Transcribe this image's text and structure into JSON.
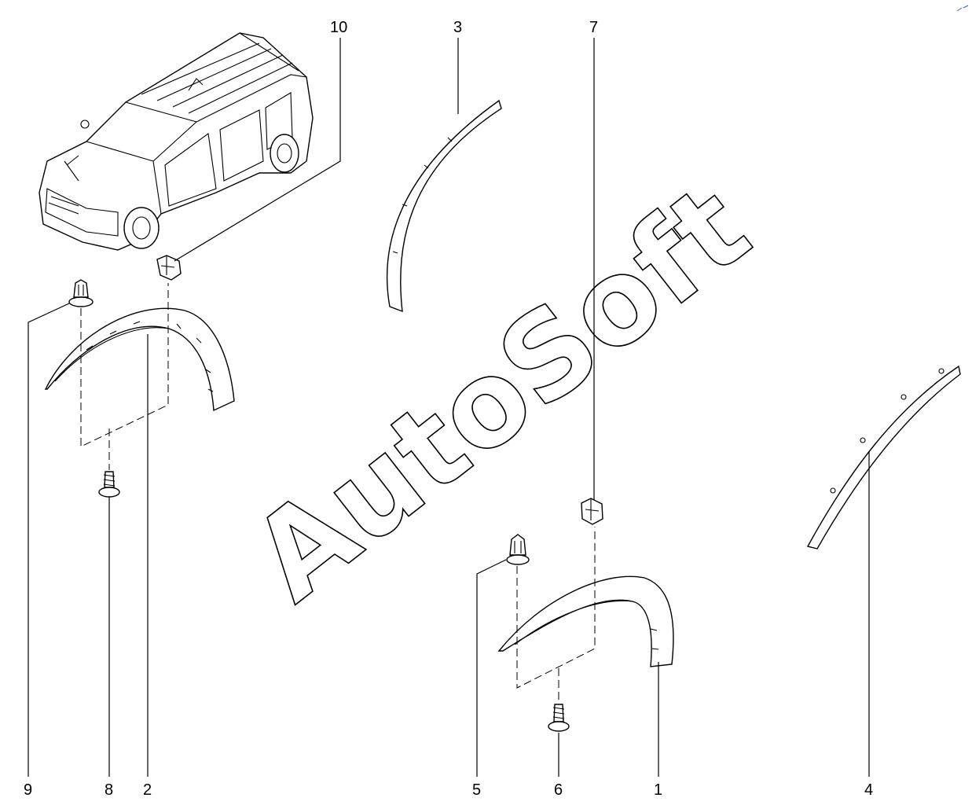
{
  "watermark": "AutoSoft",
  "callouts": {
    "p1": "1",
    "p2": "2",
    "p3": "3",
    "p4": "4",
    "p5": "5",
    "p6": "6",
    "p7": "7",
    "p8": "8",
    "p9": "9",
    "p10": "10"
  }
}
